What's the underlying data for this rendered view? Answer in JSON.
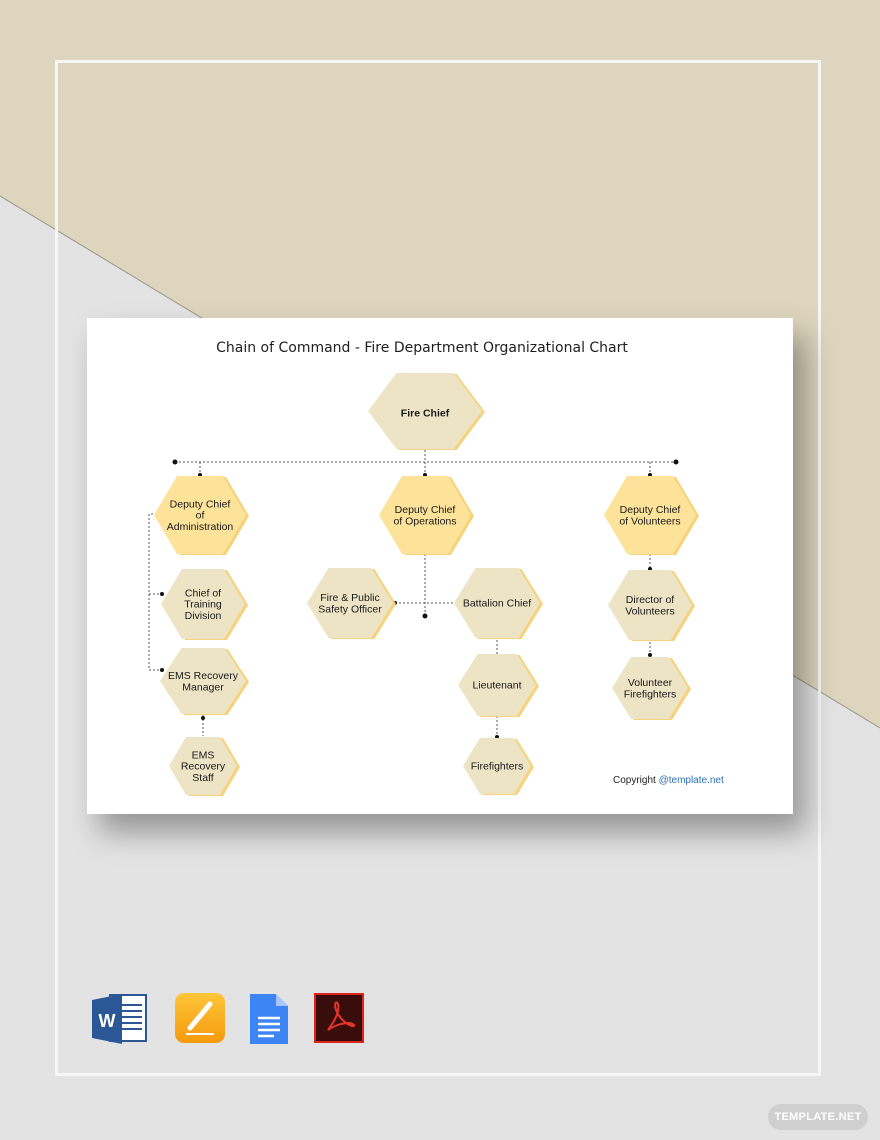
{
  "chart_title": "Chain of Command - Fire Department Organizational Chart",
  "copyright_prefix": "Copyright ",
  "copyright_link": "@template.net",
  "watermark": "TEMPLATE.NET",
  "colors": {
    "bg_tan": "#ddd5bd",
    "bg_gray": "#e3e3e3",
    "hex_tan": "#ede4c6",
    "hex_yellow": "#fde39a",
    "hex_edge": "#f7d27c",
    "link_blue": "#2a6fb7"
  },
  "nodes": {
    "fire_chief": "Fire Chief",
    "deputy_admin": [
      "Deputy Chief",
      "of",
      "Administration"
    ],
    "deputy_ops": [
      "Deputy Chief",
      "of Operations"
    ],
    "deputy_vol": [
      "Deputy Chief",
      "of Volunteers"
    ],
    "chief_training": [
      "Chief of",
      "Training",
      "Division"
    ],
    "ems_manager": [
      "EMS Recovery",
      "Manager"
    ],
    "ems_staff": [
      "EMS",
      "Recovery",
      "Staff"
    ],
    "fire_safety": [
      "Fire & Public",
      "Safety Officer"
    ],
    "battalion": [
      "Battalion Chief"
    ],
    "lieutenant": [
      "Lieutenant"
    ],
    "firefighters": [
      "Firefighters"
    ],
    "director_vol": [
      "Director of",
      "Volunteers"
    ],
    "volunteer_ff": [
      "Volunteer",
      "Firefighters"
    ]
  },
  "file_icons": [
    "word-icon",
    "pages-icon",
    "google-docs-icon",
    "pdf-icon"
  ]
}
